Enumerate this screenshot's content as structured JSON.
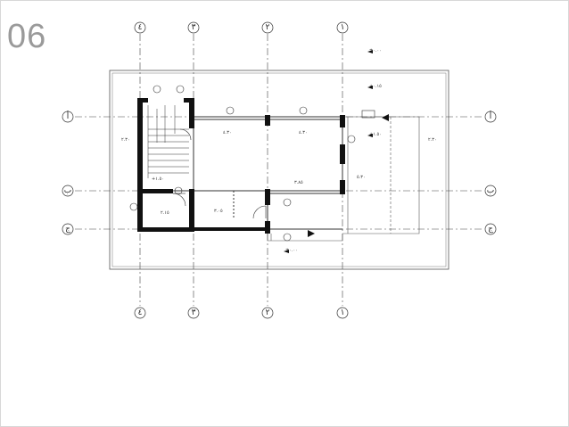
{
  "slide": {
    "number": "06"
  },
  "grid": {
    "vertical_axes": [
      "٤",
      "٣",
      "٢",
      "١"
    ],
    "horizontal_axes": [
      "أ",
      "ب",
      "ج"
    ]
  },
  "levels": {
    "label_top": "±٠.٠٠",
    "label_right_1": "+٠.١٥",
    "label_right_2": "+١.٥٠",
    "label_stair": "+١.٥٠",
    "label_bottom": "±٠.٠٠"
  }
}
